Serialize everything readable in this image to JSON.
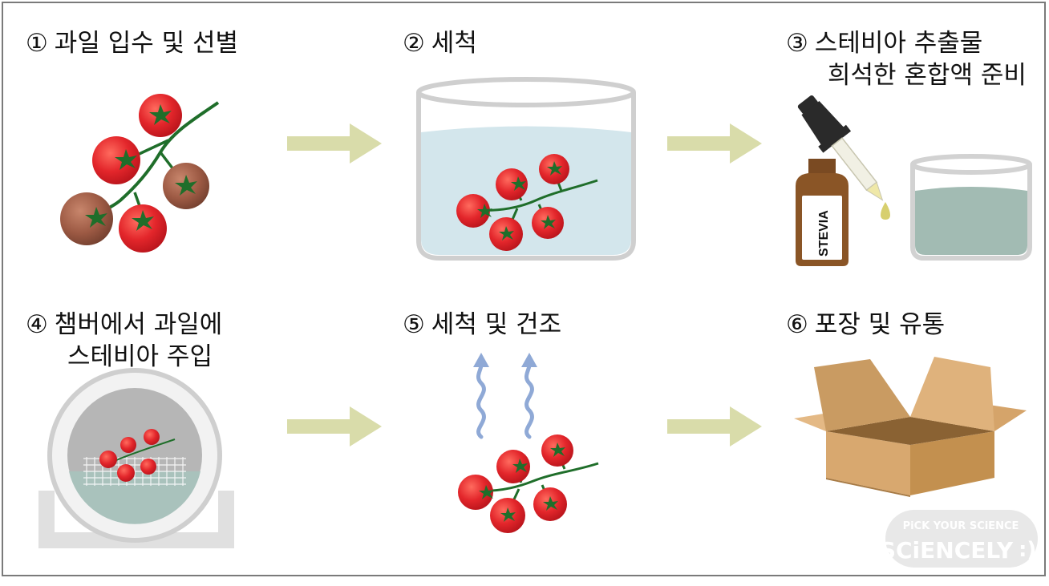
{
  "steps": [
    {
      "number": "①",
      "line1": "과일 입수 및 선별",
      "line2": ""
    },
    {
      "number": "②",
      "line1": "세척",
      "line2": ""
    },
    {
      "number": "③",
      "line1": "스테비아 추출물",
      "line2": "희석한 혼합액 준비"
    },
    {
      "number": "④",
      "line1": "챔버에서 과일에",
      "line2": "스테비아 주입"
    },
    {
      "number": "⑤",
      "line1": "세척 및 건조",
      "line2": ""
    },
    {
      "number": "⑥",
      "line1": "포장 및 유통",
      "line2": ""
    }
  ],
  "bottle_label": "STEVIA",
  "watermark": {
    "top": "PiCK YOUR SCiENCE",
    "bottom": "SCiENCELY"
  },
  "colors": {
    "arrow": "#d9dcaa",
    "tomato": "#e3262b",
    "leaf": "#1f6e2a",
    "water": "#d3e6ec",
    "box": "#d9aa72"
  }
}
